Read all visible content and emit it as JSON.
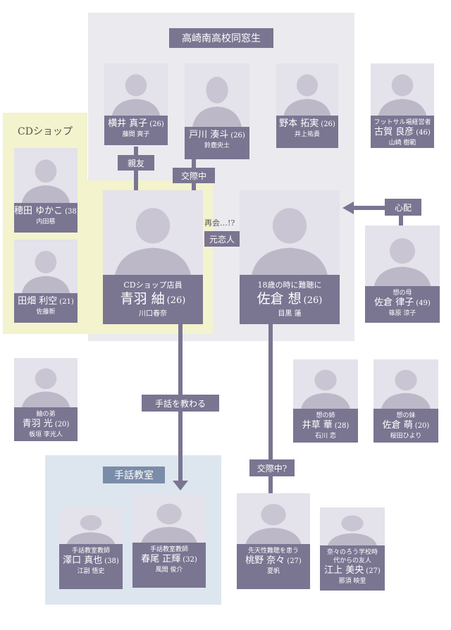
{
  "groups": {
    "classmates": "高崎南高校同窓生",
    "cd_shop": "CDショップ",
    "sign_school": "手話教室"
  },
  "relations": {
    "shinyu": "親友",
    "koisaichu": "交際中",
    "saikai": "再会…!?",
    "motokoibito": "元恋人",
    "shinpai": "心配",
    "shuwa_oshieru": "手話を教わる",
    "koisaichu_q": "交際中?"
  },
  "people": {
    "yokoi": {
      "name": "横井 真子",
      "age": "(26)",
      "actor": "藤間 爽子"
    },
    "togawa": {
      "name": "戸川 湊斗",
      "age": "(26)",
      "actor": "鈴鹿央士"
    },
    "nomoto": {
      "name": "野本 拓実",
      "age": "(26)",
      "actor": "井上祐貴"
    },
    "koga": {
      "role": "フットサル場経営者",
      "name": "古賀 良彦",
      "age": "(46)",
      "actor": "山崎 樹範"
    },
    "hoda": {
      "name": "穂田 ゆかこ",
      "age": "(38)",
      "actor": "内田慈"
    },
    "tabata": {
      "name": "田畑 利空",
      "age": "(21)",
      "actor": "佐藤新"
    },
    "tsumugi": {
      "role": "CDショップ店員",
      "name": "青羽 紬",
      "age": "(26)",
      "actor": "川口春奈"
    },
    "so": {
      "role": "18歳の時に難聴に",
      "name": "佐倉 想",
      "age": "(26)",
      "actor": "目黒 蓮"
    },
    "ritsuko": {
      "role": "想の母",
      "name": "佐倉 律子",
      "age": "(49)",
      "actor": "篠原 涼子"
    },
    "hikaru": {
      "role": "紬の弟",
      "name": "青羽 光",
      "age": "(20)",
      "actor": "板垣 李光人"
    },
    "hana": {
      "role": "想の姉",
      "name": "井草 華",
      "age": "(28)",
      "actor": "石川 恋"
    },
    "moe": {
      "role": "想の妹",
      "name": "佐倉 萌",
      "age": "(20)",
      "actor": "桜田ひより"
    },
    "sawaguchi": {
      "role": "手話教室教師",
      "name": "澤口 真也",
      "age": "(38)",
      "actor": "江副 悟史"
    },
    "haruo": {
      "role": "手話教室教師",
      "name": "春尾 正輝",
      "age": "(32)",
      "actor": "風間 俊介"
    },
    "momono": {
      "role": "先天性難聴を患う",
      "name": "桃野 奈々",
      "age": "(27)",
      "actor": "夏帆"
    },
    "egami": {
      "role": "奈々のろう学校時代からの友人",
      "name": "江上 美央",
      "age": "(27)",
      "actor": "那須 映里"
    }
  },
  "colors": {
    "card": "#7a7591",
    "classmates_bg": "#ebeaef",
    "cdshop_bg": "#f3f3cd",
    "school_bg": "#dde6ef"
  }
}
